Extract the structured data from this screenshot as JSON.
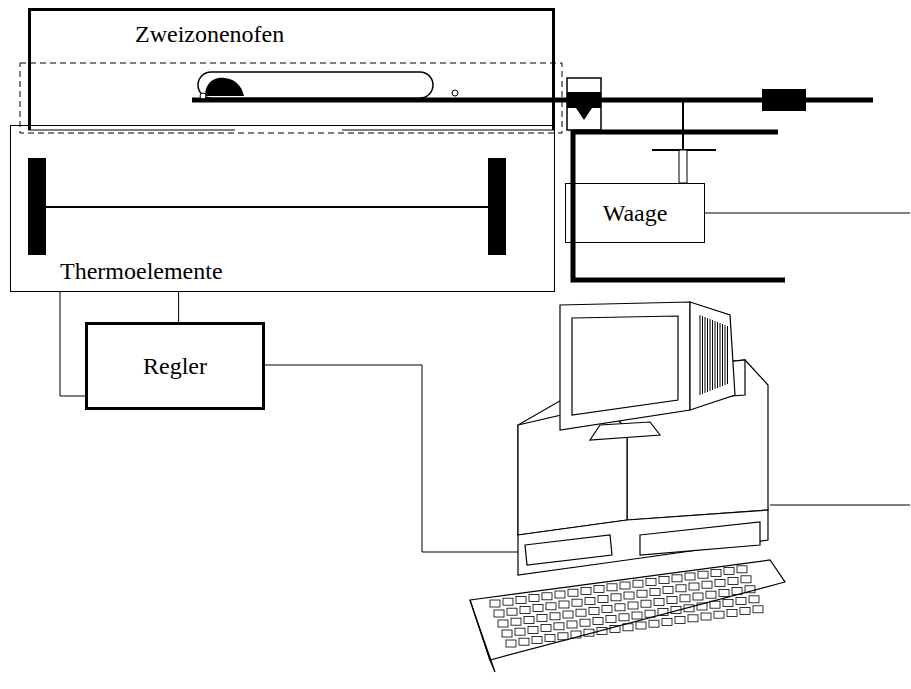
{
  "diagram": {
    "nodes": [
      {
        "text": [
          "Zweizonenofen"
        ]
      },
      {
        "text": [
          "Thermoelemente"
        ]
      },
      {
        "text": [
          "Waage"
        ]
      },
      {
        "text": [
          "Regler"
        ]
      }
    ],
    "edges": [
      {
        "from": 1,
        "to": 3,
        "arrow": "none"
      }
    ]
  }
}
